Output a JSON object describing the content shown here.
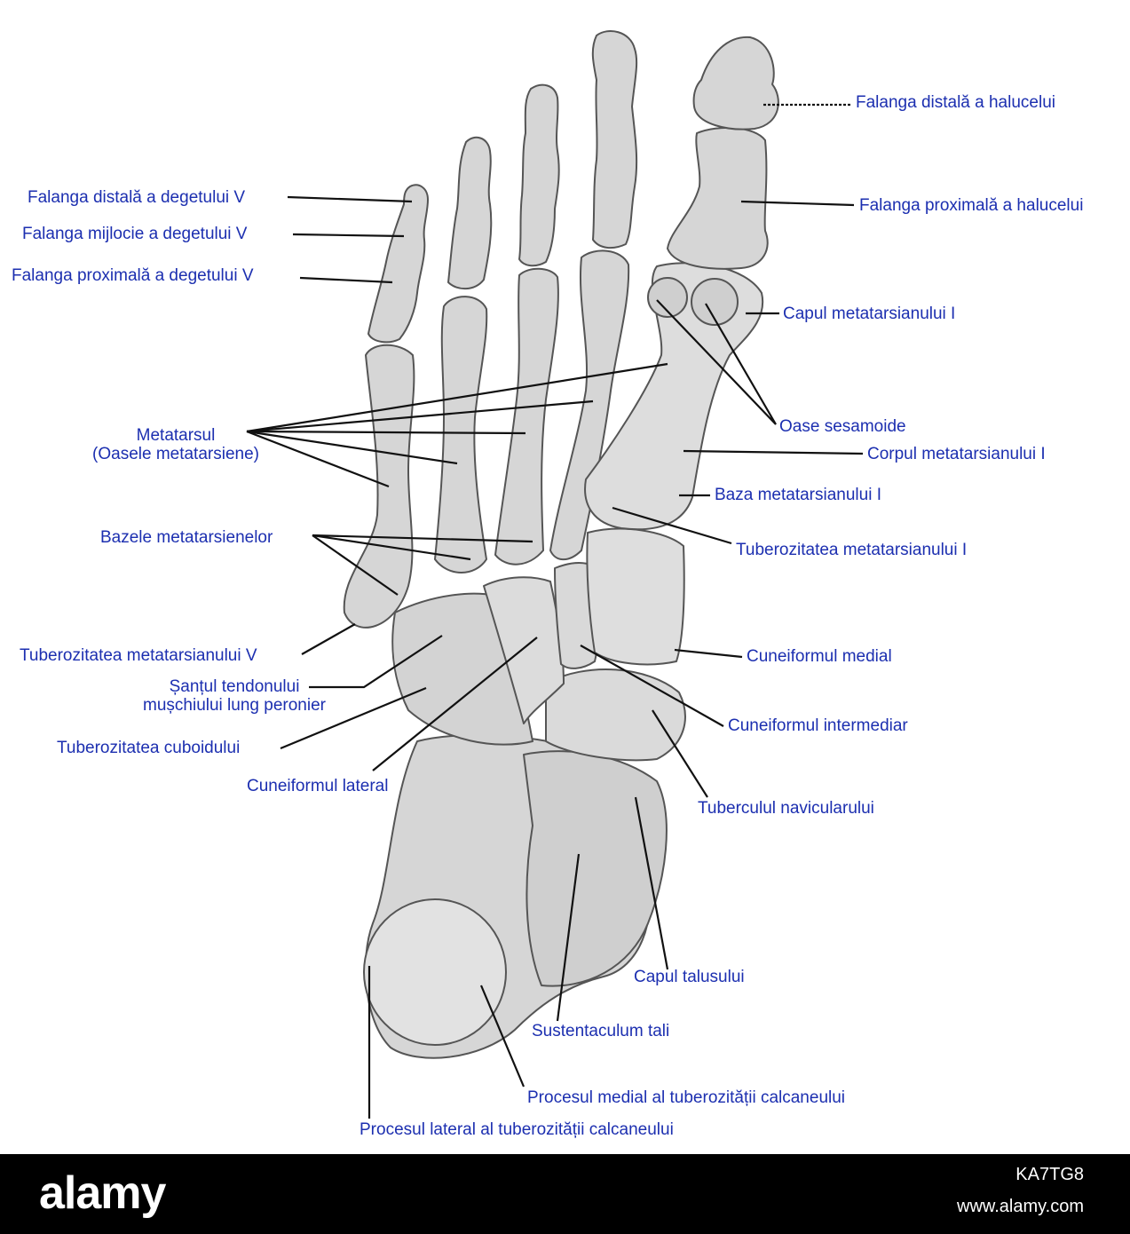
{
  "colors": {
    "label": "#1c2fb0",
    "bone_fill": "#d6d6d6",
    "bone_stroke": "#555555",
    "leader": "#111111",
    "footer_bg": "#000000",
    "footer_text": "#ffffff"
  },
  "labels": {
    "falanga_distala_halucelui": "Falanga distală a halucelui",
    "falanga_proximala_halucelui": "Falanga proximală a halucelui",
    "falanga_distala_degetului_v": "Falanga distală a degetului V",
    "falanga_mijlocie_degetului_v": "Falanga mijlocie a degetului V",
    "falanga_proximala_degetului_v": "Falanga proximală a degetului V",
    "capul_metatarsianului_i": "Capul metatarsianului I",
    "oase_sesamoide": "Oase sesamoide",
    "metatarsul_line1": "Metatarsul",
    "metatarsul_line2": "(Oasele metatarsiene)",
    "corpul_metatarsianului_i": "Corpul metatarsianului I",
    "baza_metatarsianului_i": "Baza metatarsianului I",
    "bazele_metatarsienelor": "Bazele metatarsienelor",
    "tuberozitatea_metatarsianului_i": "Tuberozitatea metatarsianului I",
    "tuberozitatea_metatarsianului_v": "Tuberozitatea metatarsianului V",
    "cuneiformul_medial": "Cuneiformul medial",
    "santul_line1": "Șanțul tendonului",
    "santul_line2": "mușchiului lung peronier",
    "cuneiformul_intermediar": "Cuneiformul intermediar",
    "tuberozitatea_cuboidului": "Tuberozitatea cuboidului",
    "cuneiformul_lateral": "Cuneiformul lateral",
    "tuberculul_navicularului": "Tuberculul navicularului",
    "capul_talusului": "Capul talusului",
    "sustentaculum_tali": "Sustentaculum tali",
    "procesul_medial": "Procesul medial al tuberozității calcaneului",
    "procesul_lateral": "Procesul lateral al tuberozității calcaneului"
  },
  "footer": {
    "brand": "alamy",
    "image_id": "KA7TG8",
    "site": "www.alamy.com"
  }
}
